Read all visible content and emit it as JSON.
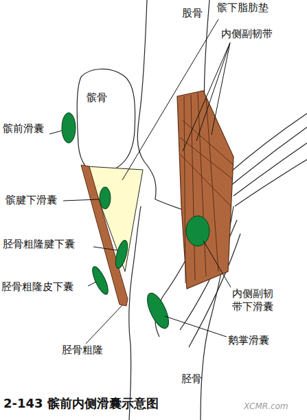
{
  "diagram": {
    "caption": "2-143 髌前内侧滑囊示意图",
    "labels": [
      "股骨",
      "髌下脂肪垫",
      "内侧副韧带",
      "髌骨",
      "髌前滑囊",
      "髌腱下滑囊",
      "胫骨粗隆腱下囊",
      "胫骨粗隆皮下囊",
      "胫骨粗隆",
      "内侧副韧 带下滑囊",
      "鹅掌滑囊",
      "胫骨",
      "XCMR.com"
    ]
  }
}
